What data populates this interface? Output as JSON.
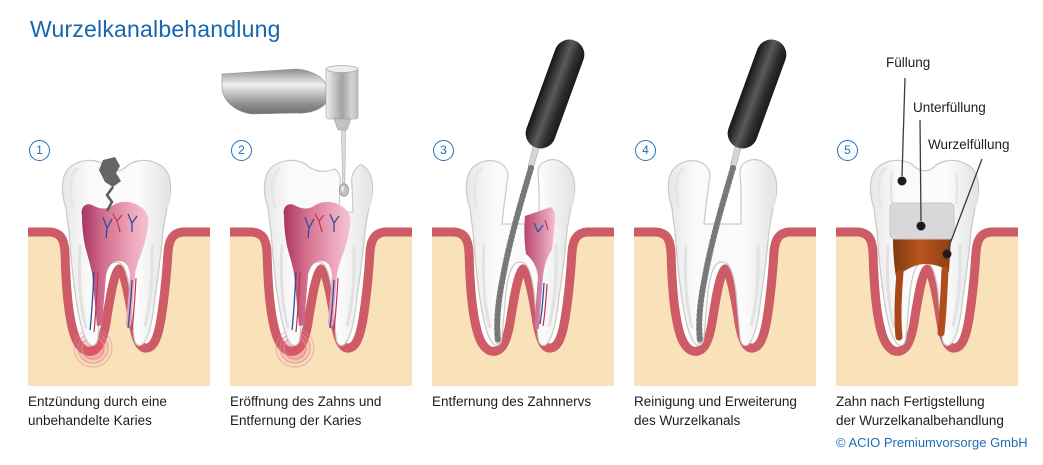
{
  "title": "Wurzelkanalbehandlung",
  "steps": [
    {
      "number": "1",
      "caption_lines": [
        "Entzündung durch eine",
        "unbehandelte Karies"
      ]
    },
    {
      "number": "2",
      "caption_lines": [
        "Eröffnung des Zahns und",
        "Entfernung der Karies"
      ]
    },
    {
      "number": "3",
      "caption_lines": [
        "Entfernung des Zahnnervs",
        ""
      ]
    },
    {
      "number": "4",
      "caption_lines": [
        "Reinigung und Erweiterung",
        "des Wurzelkanals"
      ]
    },
    {
      "number": "5",
      "caption_lines": [
        "Zahn nach Fertigstellung",
        "der Wurzelkanalbehandlung"
      ]
    }
  ],
  "annotations": {
    "filling": "Füllung",
    "underfilling": "Unterfüllung",
    "root_filling": "Wurzelfüllung"
  },
  "copyright": "© ACIO Premiumvorsorge GmbH",
  "colors": {
    "accent_blue": "#1565b0",
    "copyright_blue": "#1e6cb5",
    "bone": "#f9e2ba",
    "gum": "#cd5c67",
    "pulp_dark": "#ad3a67",
    "pulp_light": "#f5c3d2",
    "caries_gray": "#646464",
    "underfilling_gray": "#d8d8da",
    "root_filling_orange": "#a8471a",
    "instrument_black": "#2a2a2a"
  }
}
